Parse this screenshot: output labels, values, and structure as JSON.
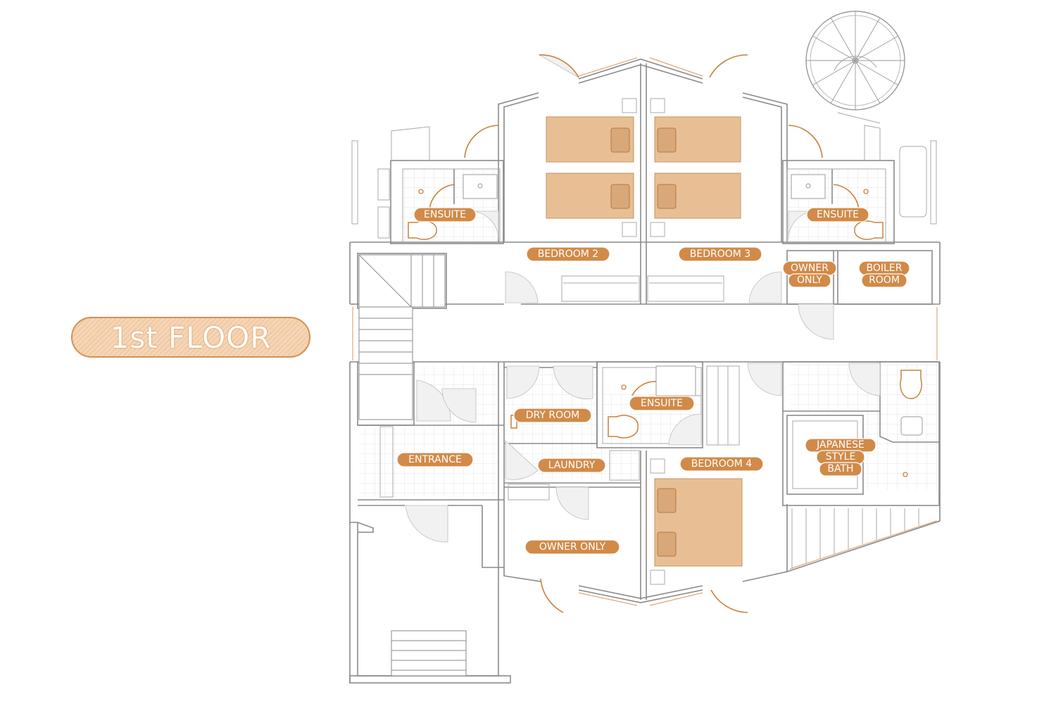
{
  "floor_title": "1st FLOOR",
  "rooms": {
    "bedroom2": "BEDROOM 2",
    "bedroom3": "BEDROOM 3",
    "bedroom4": "BEDROOM 4",
    "ensuite_left": "ENSUITE",
    "ensuite_right": "ENSUITE",
    "ensuite_center": "ENSUITE",
    "owner_only_top_l1": "OWNER",
    "owner_only_top_l2": "ONLY",
    "boiler_room_l1": "BOILER",
    "boiler_room_l2": "ROOM",
    "dry_room": "DRY ROOM",
    "entrance": "ENTRANCE",
    "laundry": "LAUNDRY",
    "owner_only_bottom": "OWNER ONLY",
    "japanese_bath_l1": "JAPANESE",
    "japanese_bath_l2": "STYLE",
    "japanese_bath_l3": "BATH"
  },
  "colors": {
    "accent": "#d18a48",
    "bed_fill": "#e8bf95",
    "wall": "#8a8a8a",
    "glazing": "#e0a878"
  }
}
